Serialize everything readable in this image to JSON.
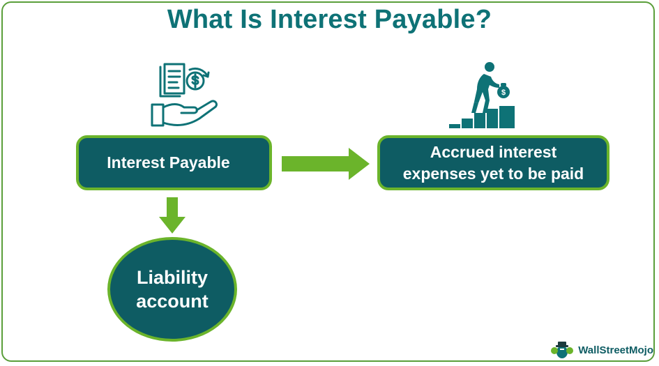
{
  "title": "What Is Interest Payable?",
  "left_box": {
    "label": "Interest Payable"
  },
  "right_box": {
    "line1": "Accrued interest",
    "line2": "expenses yet to be paid"
  },
  "circle": {
    "line1": "Liability",
    "line2": "account"
  },
  "brand": {
    "name": "WallStreetMojo"
  },
  "icons": {
    "left": "hand-coin-document-icon",
    "right": "person-climbing-steps-money-icon"
  },
  "colors": {
    "title": "#0e7276",
    "box_fill": "#0e5c63",
    "box_border": "#6bb42b",
    "arrow": "#6bb42b",
    "frame": "#5a9e3a"
  }
}
